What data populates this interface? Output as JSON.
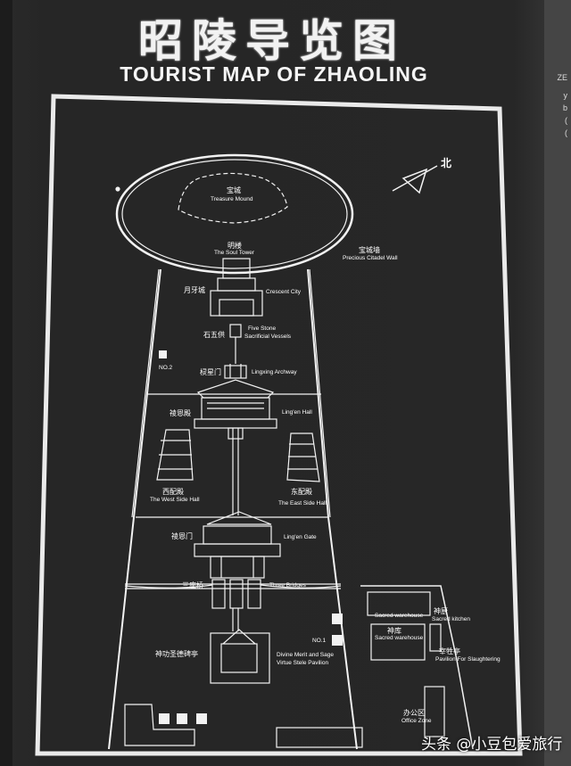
{
  "title_cn": "昭陵导览图",
  "title_en": "TOURIST MAP OF ZHAOLING",
  "north": "北",
  "edge_text": [
    "ZE",
    "y",
    "b",
    "(",
    "("
  ],
  "labels": {
    "treasure_mound_cn": "宝城",
    "treasure_mound_en": "Treasure Mound",
    "soul_tower_cn": "明楼",
    "soul_tower_en": "The Soul Tower",
    "citadel_wall_cn": "宝城墙",
    "citadel_wall_en": "Precious Citadel Wall",
    "crescent_cn": "月牙城",
    "crescent_en": "Crescent City",
    "vessels_cn": "石五供",
    "vessels_en1": "Five Stone",
    "vessels_en2": "Sacrificial Vessels",
    "no2": "NO.2",
    "archway_cn": "棂星门",
    "archway_en": "Lingxing Archway",
    "lingen_hall_cn": "祾恩殿",
    "lingen_hall_en": "Ling'en Hall",
    "west_hall_cn": "西配殿",
    "west_hall_en": "The West Side Hall",
    "east_hall_cn": "东配殿",
    "east_hall_en": "The East Side Hall",
    "gate_cn": "祾恩门",
    "gate_en": "Ling'en Gate",
    "bridges_cn": "三座桥",
    "bridges_en": "Three Bridges",
    "no1": "NO.1",
    "pavilion_cn": "神功圣德碑亭",
    "pavilion_en1": "Divine Merit and Sage",
    "pavilion_en2": "Virtue Stele Pavilion",
    "sacred_ware1": "Sacred warehouse",
    "sacred_kitchen_cn": "神厨",
    "sacred_kitchen_en": "Sacred kitchen",
    "sacred_ware2_cn": "神库",
    "sacred_ware2_en": "Sacred warehouse",
    "slaughter_cn": "宰牲亭",
    "slaughter_en": "Pavilion For Slaughtering",
    "office_cn": "办公区",
    "office_en": "Office Zone"
  },
  "watermark": "头条 @小豆包爱旅行"
}
